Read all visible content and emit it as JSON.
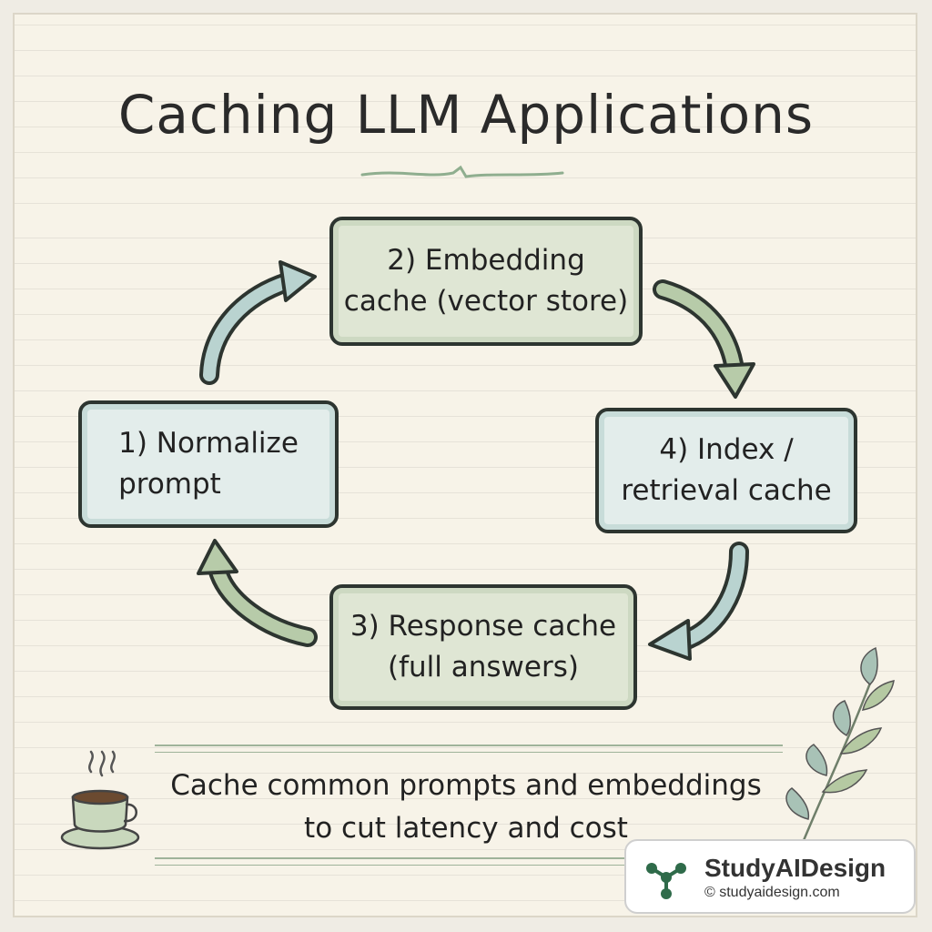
{
  "title": "Caching LLM Applications",
  "steps": [
    {
      "line1": "1) Normalize",
      "line2": "prompt"
    },
    {
      "line1": "2) Embedding",
      "line2": "cache (vector store)"
    },
    {
      "line1": "3) Response cache",
      "line2": "(full answers)"
    },
    {
      "line1": "4) Index /",
      "line2": "retrieval cache"
    }
  ],
  "caption": {
    "line1": "Cache common prompts and embeddings",
    "line2": "to cut latency and cost"
  },
  "brand": {
    "name": "StudyAIDesign",
    "url": "© studyaidesign.com"
  },
  "colors": {
    "green_box": "#dfe6d4",
    "blue_box": "#e3edeb",
    "arrow_green": "#b7cba9",
    "arrow_blue": "#b9d3d0",
    "brand_accent": "#2f6b4a"
  }
}
